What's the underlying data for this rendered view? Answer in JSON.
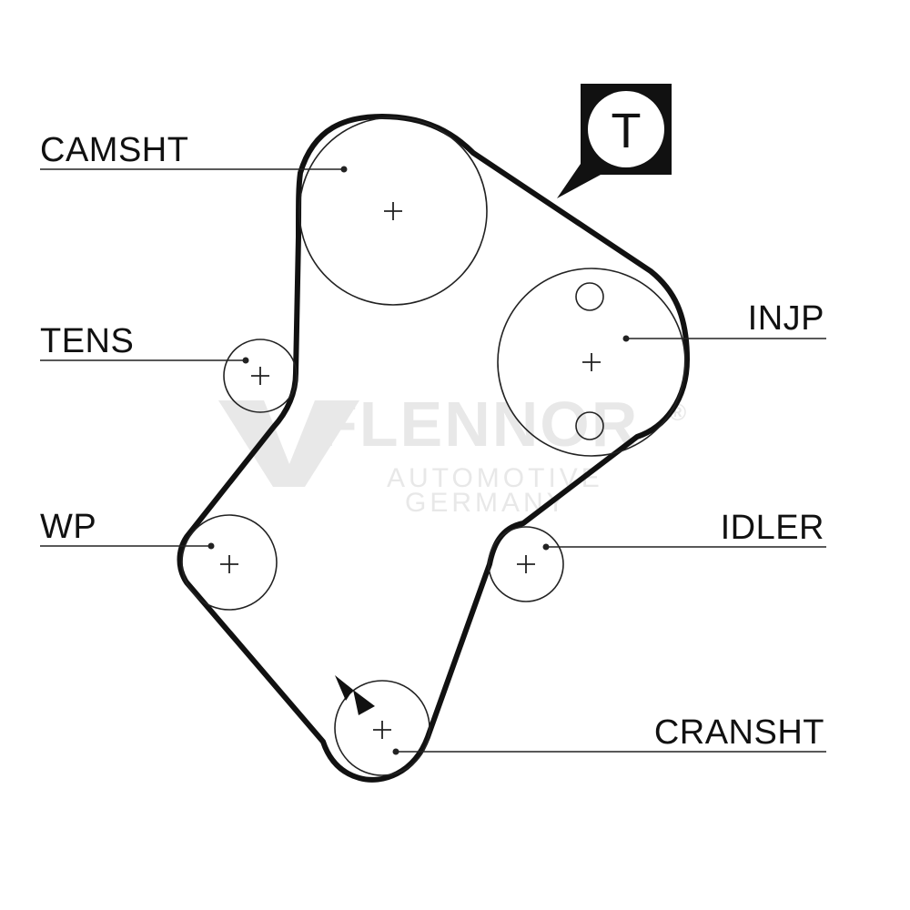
{
  "labels": {
    "camsht": "CAMSHT",
    "tens": "TENS",
    "wp": "WP",
    "injp": "INJP",
    "idler": "IDLER",
    "cransht": "CRANSHT"
  },
  "badge": {
    "letter": "T"
  },
  "watermark": {
    "brand": "FLENNOR",
    "registered": "®",
    "line1": "AUTOMOTIVE",
    "line2": "GERMANY"
  },
  "colors": {
    "ink": "#111111",
    "watermark": "#e8e8e8",
    "background": "#ffffff"
  }
}
